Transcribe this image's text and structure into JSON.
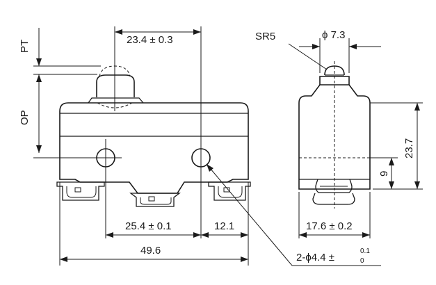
{
  "labels": {
    "pt": "PT",
    "op": "OP",
    "pin_spacing": "23.4 ± 0.3",
    "mount_spacing": "25.4 ± 0.1",
    "edge_distance": "12.1",
    "overall_length": "49.6",
    "sphere_radius": "SR5",
    "plunger_diameter": "ϕ 7.3",
    "overall_height": "23.7",
    "hole_height": "9",
    "width": "17.6 ± 0.2",
    "holes_prefix": "2-ϕ4.4 ±",
    "holes_tol_upper": "0.1",
    "holes_tol_lower": "0"
  }
}
